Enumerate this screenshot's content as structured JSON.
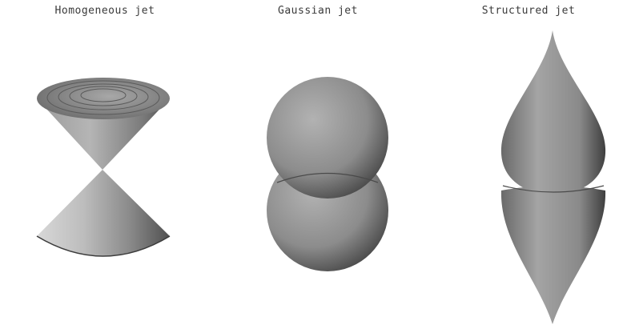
{
  "panels": [
    {
      "title": "Homogeneous jet",
      "shape_icon": "double-cone-icon"
    },
    {
      "title": "Gaussian jet",
      "shape_icon": "double-sphere-icon"
    },
    {
      "title": "Structured jet",
      "shape_icon": "double-teardrop-icon"
    }
  ],
  "colors": {
    "background": "#ffffff",
    "surface_light": "#c8c8c8",
    "surface_mid": "#8e8e8e",
    "surface_dark": "#4a4a4a",
    "title_text": "#3a3a3a"
  }
}
